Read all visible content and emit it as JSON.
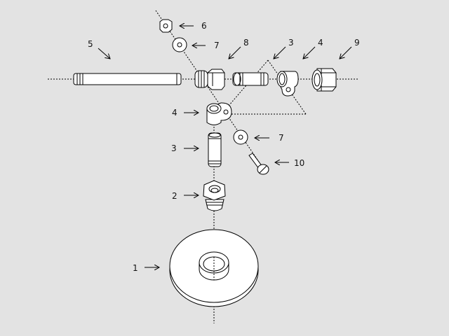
{
  "diagram": {
    "title": "Exploded assembly view",
    "background": "#e3e3e3",
    "callouts": [
      {
        "id": "c6",
        "label": "6"
      },
      {
        "id": "c7a",
        "label": "7"
      },
      {
        "id": "c8",
        "label": "8"
      },
      {
        "id": "c3a",
        "label": "3"
      },
      {
        "id": "c4a",
        "label": "4"
      },
      {
        "id": "c9",
        "label": "9"
      },
      {
        "id": "c5",
        "label": "5"
      },
      {
        "id": "c4b",
        "label": "4"
      },
      {
        "id": "c3b",
        "label": "3"
      },
      {
        "id": "c7b",
        "label": "7"
      },
      {
        "id": "c10",
        "label": "10"
      },
      {
        "id": "c2",
        "label": "2"
      },
      {
        "id": "c1",
        "label": "1"
      }
    ]
  }
}
